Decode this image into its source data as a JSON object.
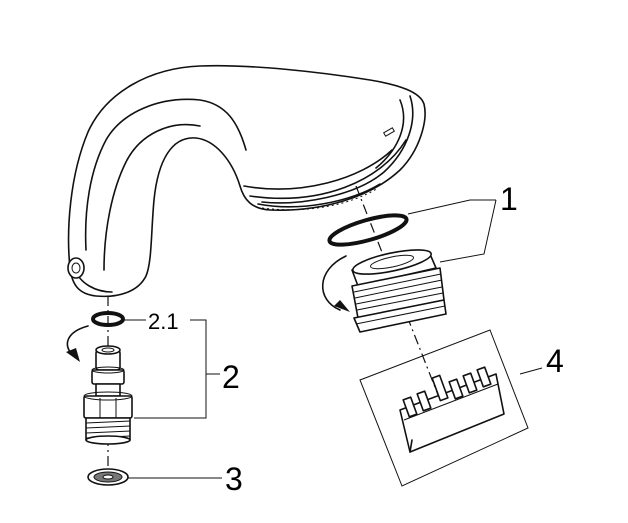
{
  "callouts": {
    "part_1": "1",
    "part_2_1": "2.1",
    "part_2": "2",
    "part_3": "3",
    "part_4": "4"
  }
}
